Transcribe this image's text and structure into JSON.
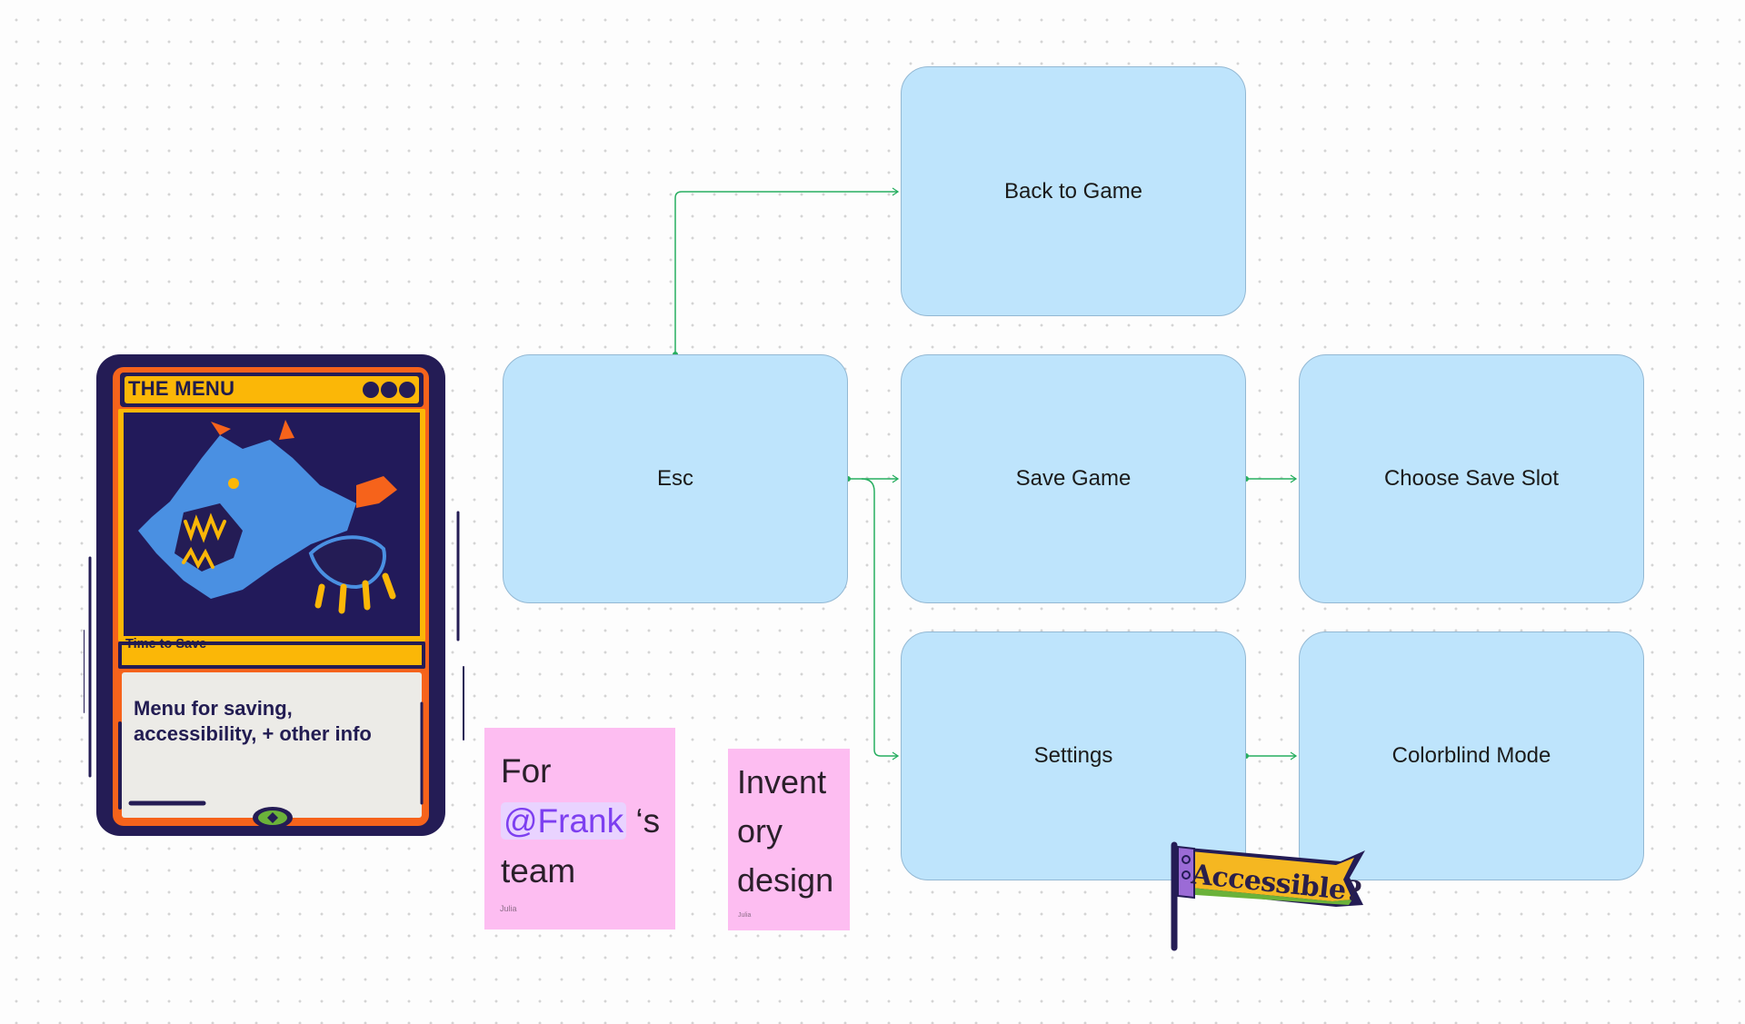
{
  "nodes": {
    "back_to_game": "Back to Game",
    "esc": "Esc",
    "save_game": "Save Game",
    "choose_save_slot": "Choose Save Slot",
    "settings": "Settings",
    "colorblind_mode": "Colorblind Mode"
  },
  "card": {
    "title": "THE MENU",
    "caption": "Time to Save",
    "body": "Menu for saving, accessibility, + other info"
  },
  "stickies": [
    {
      "prefix": "For",
      "mention": "@Frank",
      "suffix": " ‘s",
      "line3": "team",
      "author": "Julia"
    },
    {
      "line1": "Invent",
      "line2": "ory",
      "line3": "design",
      "author": "Julia"
    }
  ],
  "banner": {
    "text": "Accessible?"
  },
  "colors": {
    "node_fill": "#bee4fc",
    "connector": "#27ae60",
    "sticky": "#fdbdf1",
    "mention": "#7d3ff0"
  }
}
